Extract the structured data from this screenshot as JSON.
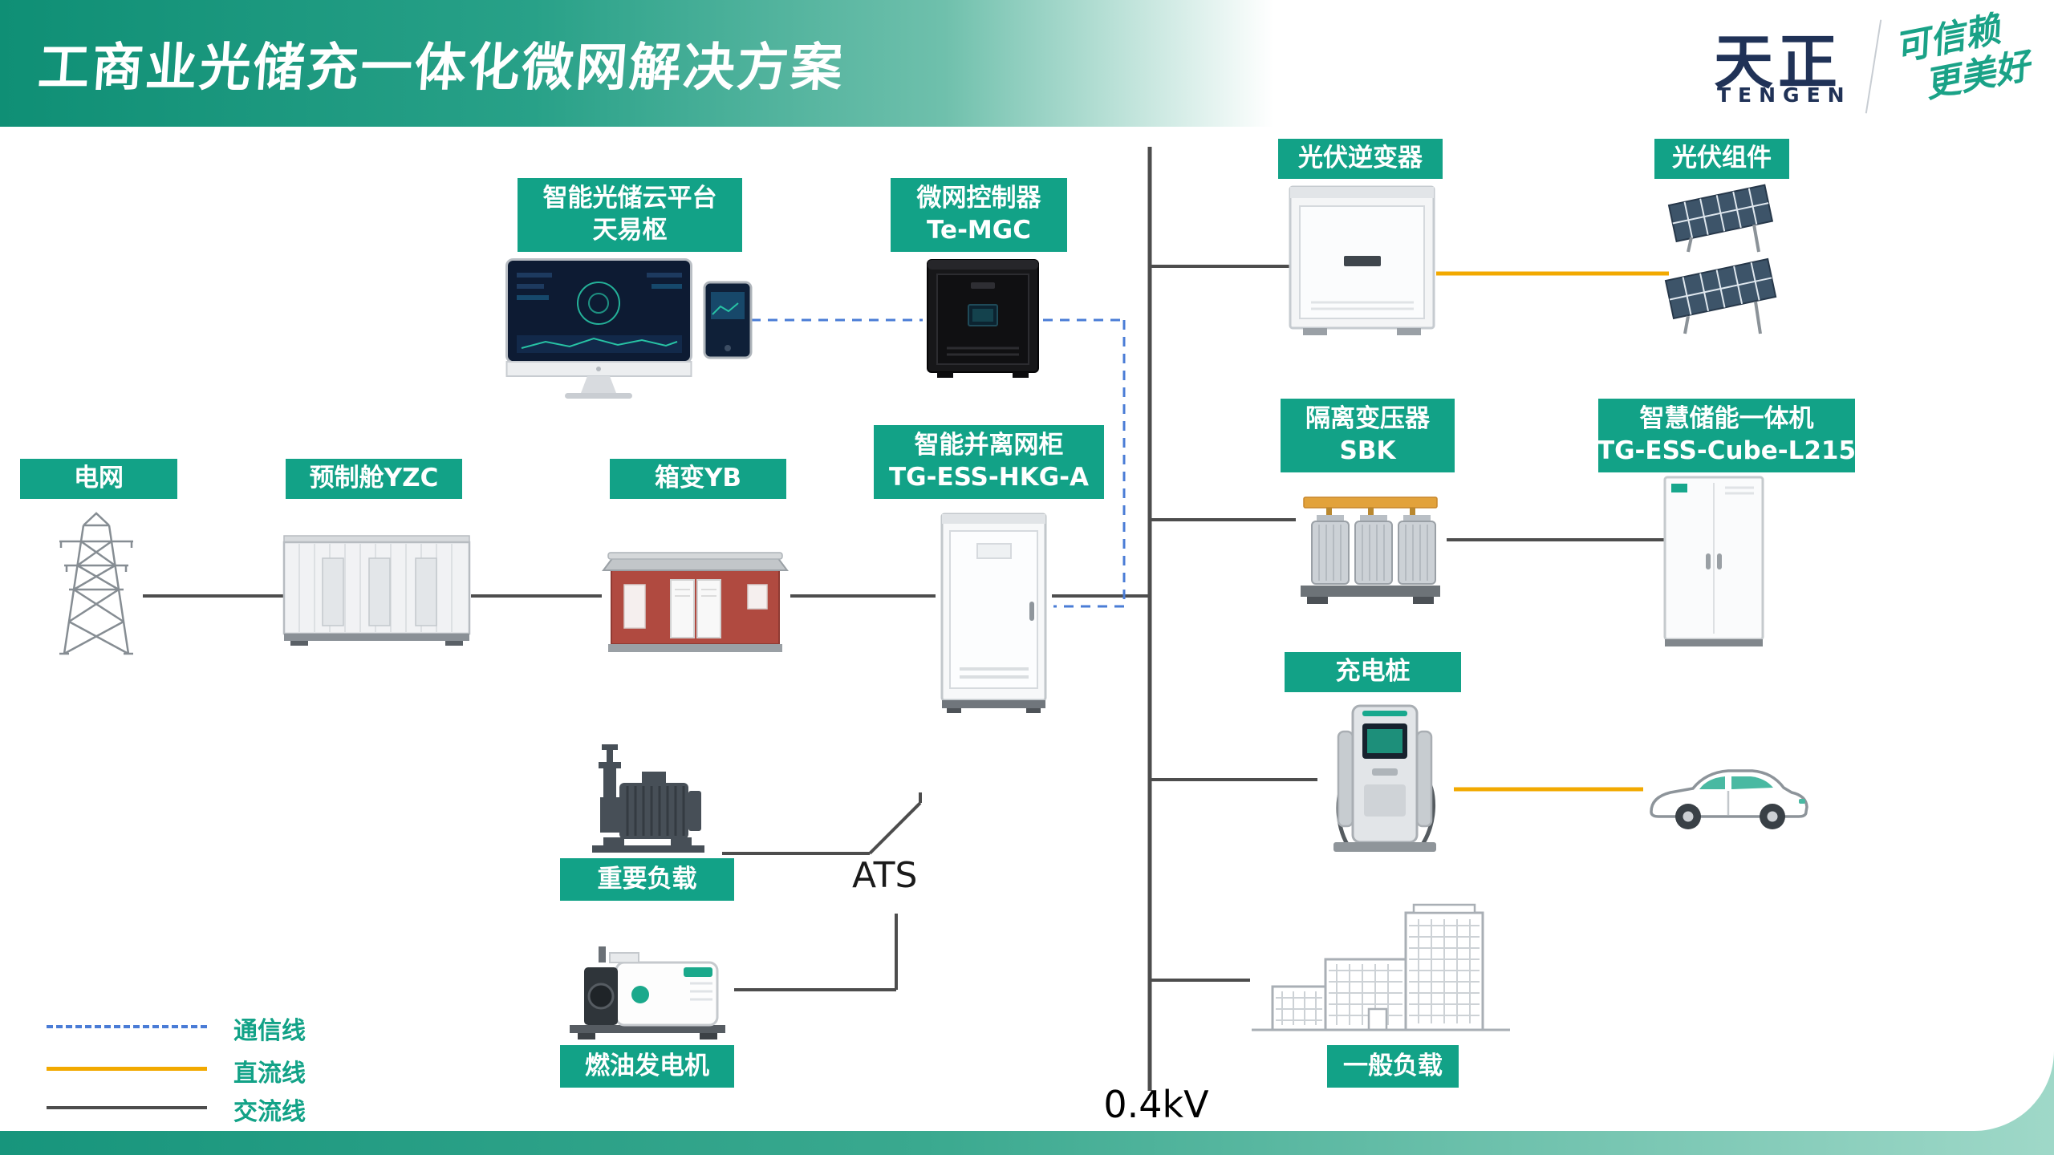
{
  "header": {
    "title": "工商业光储充一体化微网解决方案",
    "logo_cn": "天正",
    "logo_en": "TENGEN",
    "slogan_l1": "可信赖",
    "slogan_l2": "更美好"
  },
  "nodes": {
    "cloud_platform": {
      "l1": "智能光储云平台",
      "l2": "天易枢"
    },
    "mgc": {
      "l1": "微网控制器",
      "l2": "Te-MGC"
    },
    "pv_inverter": {
      "label": "光伏逆变器"
    },
    "pv_modules": {
      "label": "光伏组件"
    },
    "grid": {
      "label": "电网"
    },
    "prefab_cabin": {
      "label": "预制舱YZC"
    },
    "box_transformer": {
      "label": "箱变YB"
    },
    "grid_cabinet": {
      "l1": "智能并离网柜",
      "l2": "TG-ESS-HKG-A"
    },
    "isolation_transformer": {
      "l1": "隔离变压器",
      "l2": "SBK"
    },
    "ess": {
      "l1": "智慧储能一体机",
      "l2": "TG-ESS-Cube-L215"
    },
    "charging_pile": {
      "label": "充电桩"
    },
    "important_load": {
      "label": "重要负载"
    },
    "ats": {
      "label": "ATS"
    },
    "fuel_generator": {
      "label": "燃油发电机"
    },
    "general_load": {
      "label": "一般负载"
    }
  },
  "bus": {
    "voltage": "0.4kV"
  },
  "legend": {
    "comm": "通信线",
    "dc": "直流线",
    "ac": "交流线"
  },
  "colors": {
    "accent": "#12a287",
    "comm_line": "#4a7cd6",
    "dc_line": "#f2a900",
    "ac_line": "#4d4d4d",
    "logo_navy": "#203257"
  }
}
